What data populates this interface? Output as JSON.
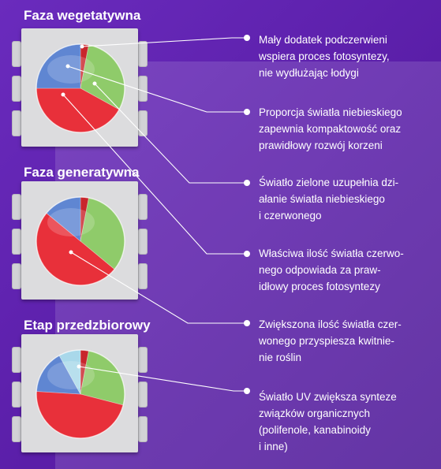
{
  "phases": [
    {
      "title": "Faza wegetatywna"
    },
    {
      "title": "Faza generatywna"
    },
    {
      "title": "Etap przedzbiorowy"
    }
  ],
  "notes": [
    "Mały dodatek podczerwieni\nwspiera proces fotosyntezy,\nnie wydłużając łodygi",
    "Proporcja światła niebieskiego\nzapewnia kompaktowość oraz\nprawidłowy rozwój korzeni",
    "Światło zielone uzupełnia dzi-\nałanie światła niebieskiego\ni czerwonego",
    "Właściwa ilość światła czerwo-\nnego odpowiada za praw-\nidłowy proces fotosyntezy",
    "Zwiększona ilość światła czer-\nwonego przyspiesza kwitnie-\nnie roślin",
    "Światło UV zwiększa synteze\nzwiązków organicznych\n(polifenole, kanabinoidy\ni inne)"
  ],
  "chart_data": [
    {
      "type": "pie",
      "title": "Faza wegetatywna",
      "slices": [
        {
          "label": "IR",
          "value": 3,
          "color": "#c8262c"
        },
        {
          "label": "Green",
          "value": 30,
          "color": "#8fcb6a"
        },
        {
          "label": "Red",
          "value": 42,
          "color": "#e8303a"
        },
        {
          "label": "Blue",
          "value": 25,
          "color": "#5f86d2"
        }
      ]
    },
    {
      "type": "pie",
      "title": "Faza generatywna",
      "slices": [
        {
          "label": "IR",
          "value": 3,
          "color": "#c8262c"
        },
        {
          "label": "Green",
          "value": 33,
          "color": "#8fcb6a"
        },
        {
          "label": "Red",
          "value": 50,
          "color": "#e8303a"
        },
        {
          "label": "Blue",
          "value": 14,
          "color": "#5f86d2"
        }
      ]
    },
    {
      "type": "pie",
      "title": "Etap przedzbiorowy",
      "slices": [
        {
          "label": "IR",
          "value": 3,
          "color": "#c8262c"
        },
        {
          "label": "Green",
          "value": 26,
          "color": "#8fcb6a"
        },
        {
          "label": "Red",
          "value": 47,
          "color": "#e8303a"
        },
        {
          "label": "Blue",
          "value": 16,
          "color": "#5f86d2"
        },
        {
          "label": "UV",
          "value": 8,
          "color": "#a9d8ea"
        }
      ]
    }
  ]
}
